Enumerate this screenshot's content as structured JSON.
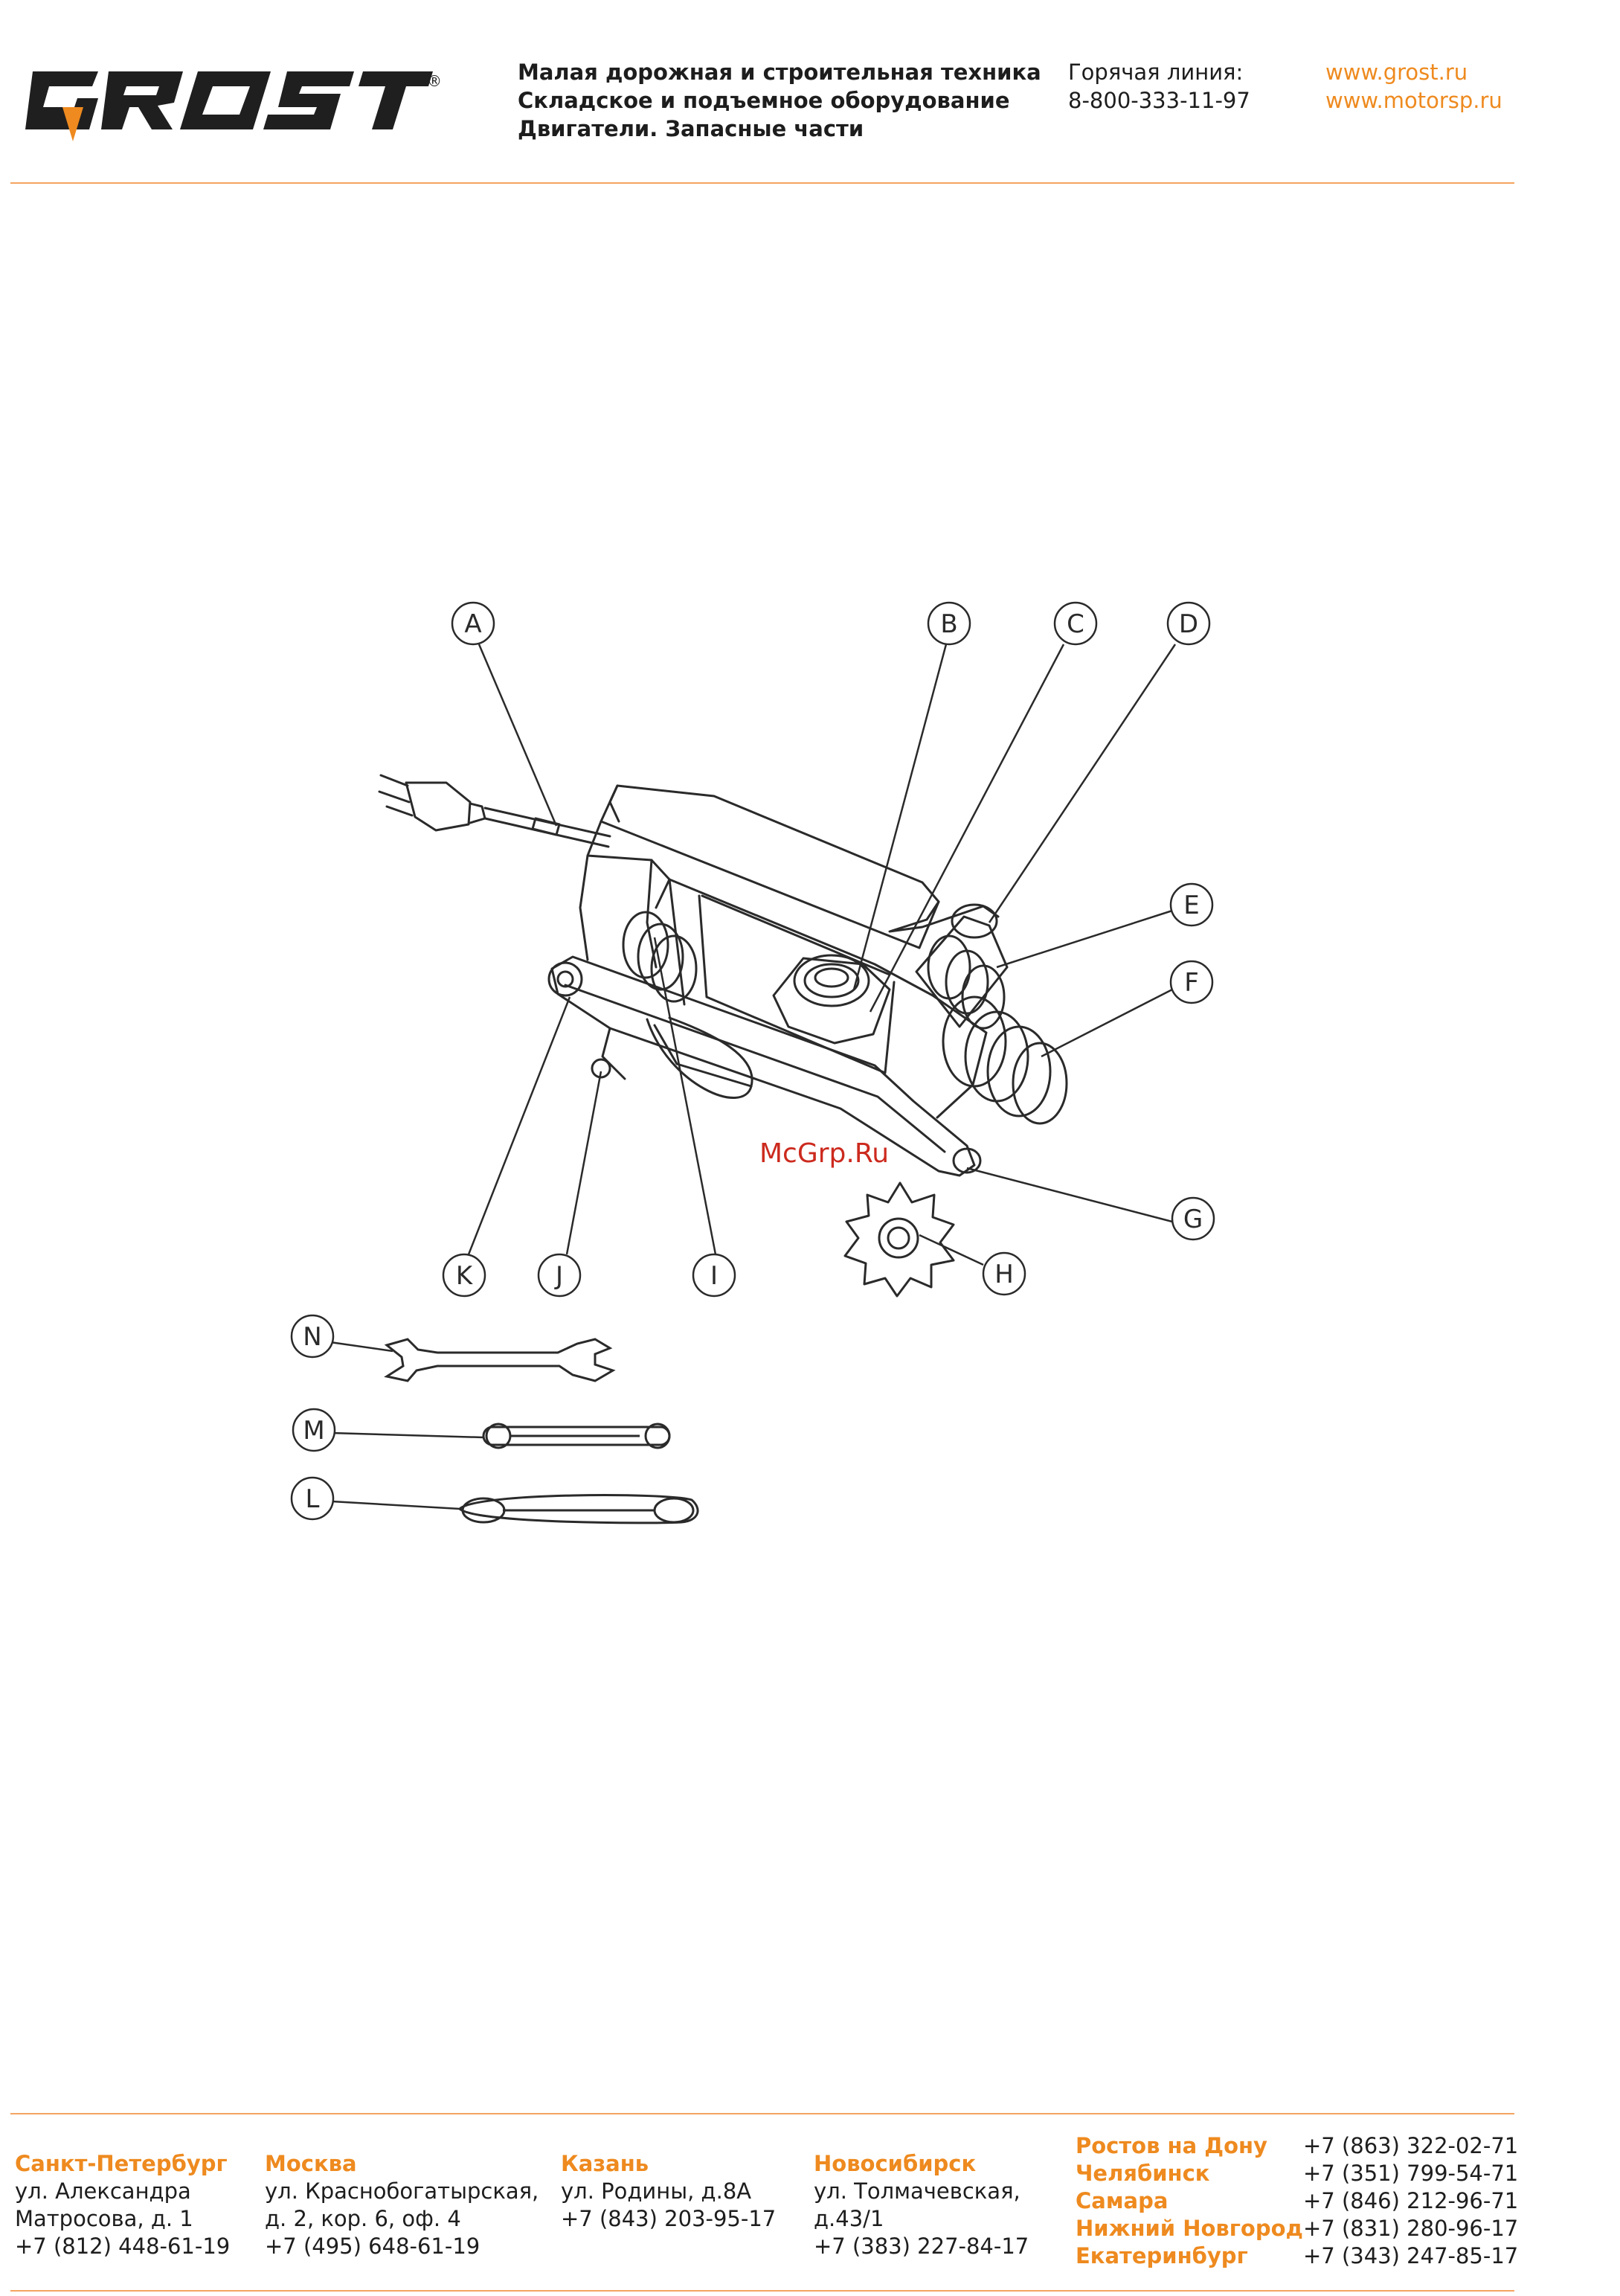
{
  "brand": {
    "logo_text": "GROST",
    "registered_mark": "®"
  },
  "header": {
    "tagline": [
      "Малая дорожная и строительная техника",
      "Складское и подъемное оборудование",
      "Двигатели. Запасные части"
    ],
    "hotline_label": "Горячая линия:",
    "hotline_phone": "8-800-333-11-97",
    "websites": [
      "www.grost.ru",
      "www.motorsp.ru"
    ]
  },
  "figure": {
    "callouts": [
      "A",
      "B",
      "C",
      "D",
      "E",
      "F",
      "G",
      "H",
      "I",
      "J",
      "K",
      "N",
      "M",
      "L"
    ],
    "watermark": "McGrp.Ru"
  },
  "footer": {
    "offices": [
      {
        "city": "Санкт-Петербург",
        "lines": [
          "ул. Александра",
          "Матросова, д. 1",
          "+7 (812) 448-61-19"
        ]
      },
      {
        "city": "Москва",
        "lines": [
          "ул. Краснобогатырская,",
          "д. 2, кор. 6, оф. 4",
          "+7 (495) 648-61-19"
        ]
      },
      {
        "city": "Казань",
        "lines": [
          "ул. Родины, д.8А",
          "+7 (843) 203-95-17"
        ]
      },
      {
        "city": "Новосибирск",
        "lines": [
          "ул. Толмачевская,",
          "д.43/1",
          "+7 (383) 227-84-17"
        ]
      }
    ],
    "regions": [
      {
        "city": "Ростов на Дону",
        "phone": "+7 (863) 322-02-71"
      },
      {
        "city": "Челябинск",
        "phone": "+7 (351) 799-54-71"
      },
      {
        "city": "Самара",
        "phone": "+7 (846) 212-96-71"
      },
      {
        "city": "Нижний Новгород",
        "phone": "+7 (831) 280-96-17"
      },
      {
        "city": "Екатеринбург",
        "phone": "+7 (343) 247-85-17"
      }
    ]
  },
  "colors": {
    "accent": "#ee8a1f",
    "rule": "#f4a460",
    "text": "#1d1d1d"
  }
}
